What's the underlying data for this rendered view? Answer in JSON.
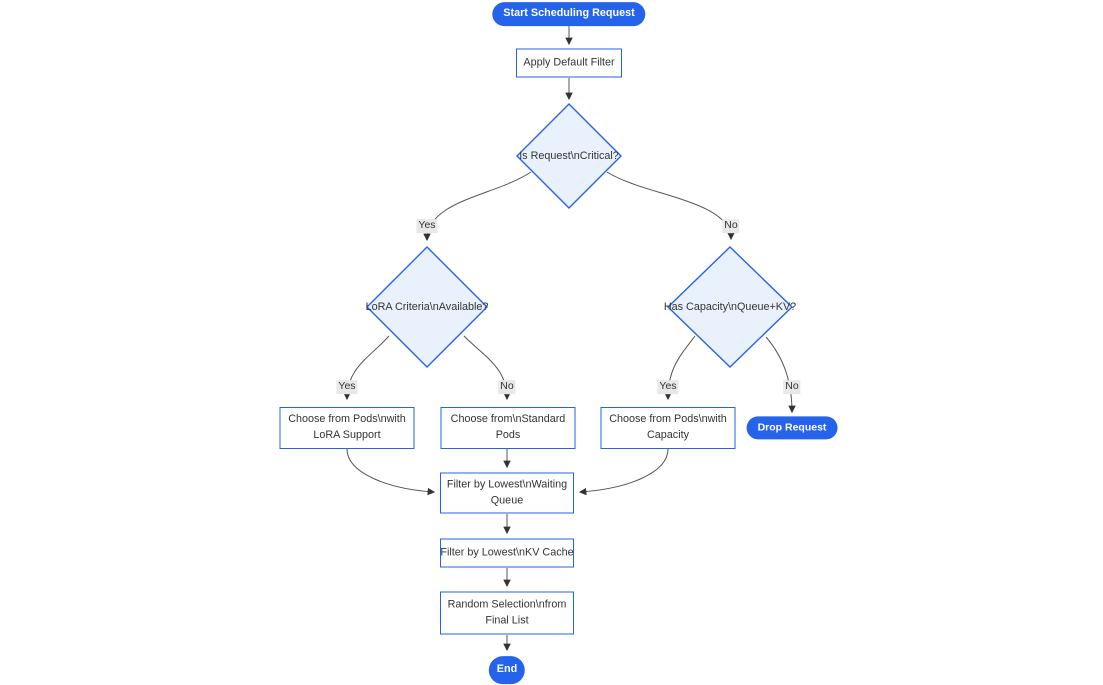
{
  "flowchart": {
    "nodes": {
      "start": {
        "label": "Start Scheduling Request"
      },
      "apply_filter": {
        "label": "Apply Default Filter"
      },
      "is_critical": {
        "label": "Is Request\\nCritical?"
      },
      "lora_available": {
        "label": "LoRA Criteria\\nAvailable?"
      },
      "has_capacity": {
        "label": "Has Capacity\\nQueue+KV?"
      },
      "choose_lora_pods": {
        "line1": "Choose from Pods\\nwith",
        "line2": "LoRA Support"
      },
      "choose_standard_pods": {
        "line1": "Choose from\\nStandard",
        "line2": "Pods"
      },
      "choose_capacity_pods": {
        "line1": "Choose from Pods\\nwith",
        "line2": "Capacity"
      },
      "drop_request": {
        "label": "Drop Request"
      },
      "filter_waiting_queue": {
        "line1": "Filter by Lowest\\nWaiting",
        "line2": "Queue"
      },
      "filter_kv_cache": {
        "label": "Filter by Lowest\\nKV Cache"
      },
      "random_selection": {
        "line1": "Random Selection\\nfrom",
        "line2": "Final List"
      },
      "end": {
        "label": "End"
      }
    },
    "edge_labels": {
      "critical_yes": "Yes",
      "critical_no": "No",
      "lora_yes": "Yes",
      "lora_no": "No",
      "capacity_yes": "Yes",
      "capacity_no": "No"
    },
    "colors": {
      "accent_blue": "#2563eb",
      "decision_fill": "#e9f2fc",
      "node_fill": "#ffffff",
      "node_border": "#2563eb",
      "edge_line": "#555555",
      "edge_label_bg": "#e8e8e8",
      "text": "#333333"
    }
  }
}
